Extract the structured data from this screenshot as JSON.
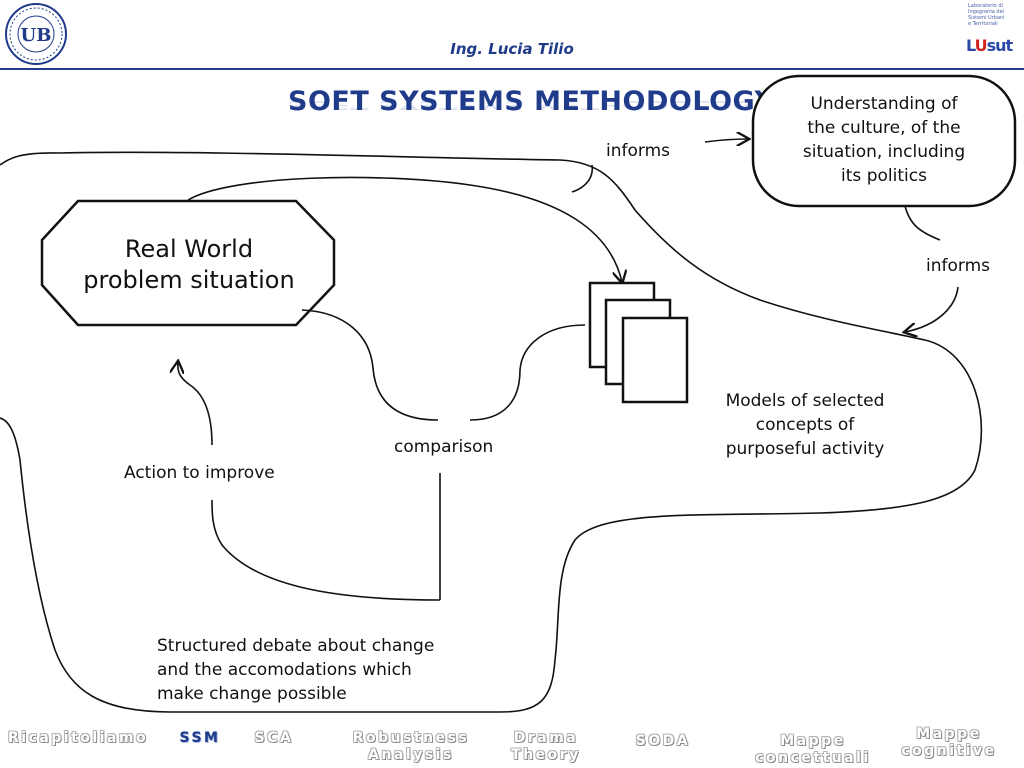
{
  "header": {
    "author": "Ing. Lucia Tilio",
    "left_logo_text": "UB",
    "right_logo_lines": [
      "Laboratorio di",
      "Ingegneria dei",
      "Sistemi Urbani",
      "e Territoriali"
    ],
    "right_logo_mark": [
      "L",
      "U",
      "sut"
    ]
  },
  "title": "SOFT SYSTEMS METHODOLOGY",
  "diagram": {
    "real_world": [
      "Real World",
      "problem situation"
    ],
    "understanding": [
      "Understanding of",
      "the culture, of the",
      "situation, including",
      "its politics"
    ],
    "informs_top": "informs",
    "informs_right": "informs",
    "models": [
      "Models of selected",
      "concepts of",
      "purposeful activity"
    ],
    "comparison": "comparison",
    "action": "Action to improve",
    "debate": [
      "Structured debate about change",
      "and the accomodations which",
      "make change possible"
    ]
  },
  "nav": {
    "items": [
      {
        "label": [
          "Ricapitoliamo"
        ],
        "active": false
      },
      {
        "label": [
          "SSM"
        ],
        "active": true
      },
      {
        "label": [
          "SCA"
        ],
        "active": false
      },
      {
        "label": [
          "Robustness",
          "Analysis"
        ],
        "active": false
      },
      {
        "label": [
          "Drama",
          "Theory"
        ],
        "active": false
      },
      {
        "label": [
          "SODA"
        ],
        "active": false
      },
      {
        "label": [
          "Mappe",
          "concettuali"
        ],
        "active": false
      },
      {
        "label": [
          "Mappe",
          "cognitive"
        ],
        "active": false
      }
    ]
  },
  "colors": {
    "accent": "#1f3b8a",
    "stroke": "#111111"
  }
}
